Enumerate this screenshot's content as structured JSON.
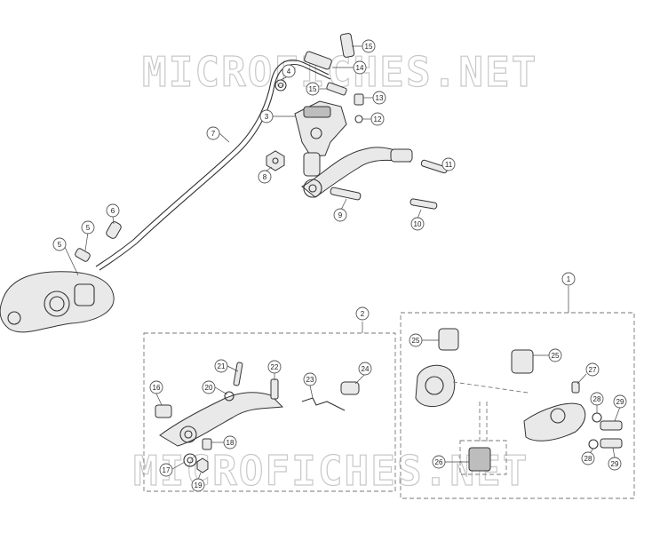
{
  "watermark": {
    "top": "MICROFICHES.NET",
    "bottom": "MICROFICHES.NET"
  },
  "callouts": {
    "c1": "1",
    "c2": "2",
    "c3": "3",
    "c4": "4",
    "c5a": "5",
    "c5b": "5",
    "c6": "6",
    "c7": "7",
    "c8": "8",
    "c9": "9",
    "c10": "10",
    "c11": "11",
    "c12": "12",
    "c13": "13",
    "c14": "14",
    "c15a": "15",
    "c15b": "15",
    "c16": "16",
    "c17": "17",
    "c18": "18",
    "c19": "19",
    "c20": "20",
    "c21": "21",
    "c22": "22",
    "c23": "23",
    "c24": "24",
    "c25a": "25",
    "c25b": "25",
    "c26": "26",
    "c27": "27",
    "c28a": "28",
    "c28b": "28",
    "c29a": "29",
    "c29b": "29"
  }
}
